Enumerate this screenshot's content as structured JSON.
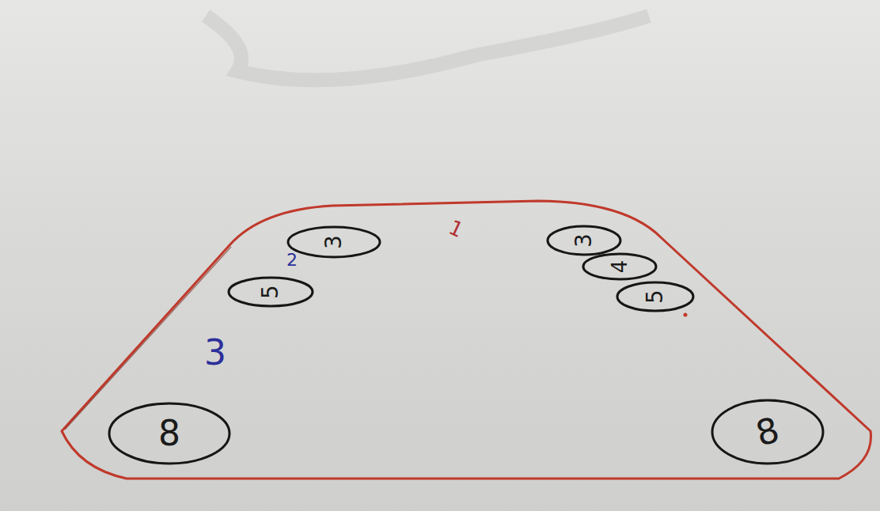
{
  "diagram": {
    "nodes": [
      {
        "text": [
          "3"
        ]
      },
      {
        "text": [
          "3"
        ]
      },
      {
        "text": [
          "4"
        ]
      },
      {
        "text": [
          "5"
        ]
      },
      {
        "text": [
          "5"
        ]
      },
      {
        "text": [
          "8"
        ]
      },
      {
        "text": [
          "8"
        ]
      }
    ],
    "labels": [
      "1",
      "2",
      "3"
    ]
  }
}
